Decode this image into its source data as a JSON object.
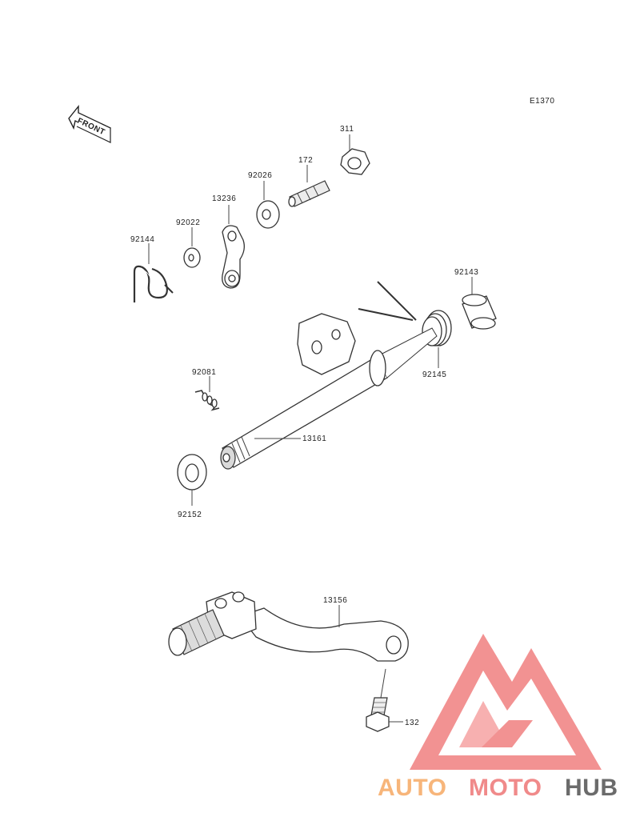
{
  "diagram": {
    "code": "E1370",
    "front_label": "FRONT",
    "parts": {
      "p311": "311",
      "p172": "172",
      "p92026": "92026",
      "p13236": "13236",
      "p92022": "92022",
      "p92144": "92144",
      "p92143": "92143",
      "p92145": "92145",
      "p92081": "92081",
      "p13161": "13161",
      "p92152": "92152",
      "p13156": "13156",
      "p132": "132"
    }
  },
  "watermark": {
    "brand_part1": "AUTO",
    "brand_part2": "MOTO",
    "brand_part3": "HUB",
    "color1": "#f7b57a",
    "color2": "#f08a8a",
    "color3": "#6b6b6b"
  }
}
